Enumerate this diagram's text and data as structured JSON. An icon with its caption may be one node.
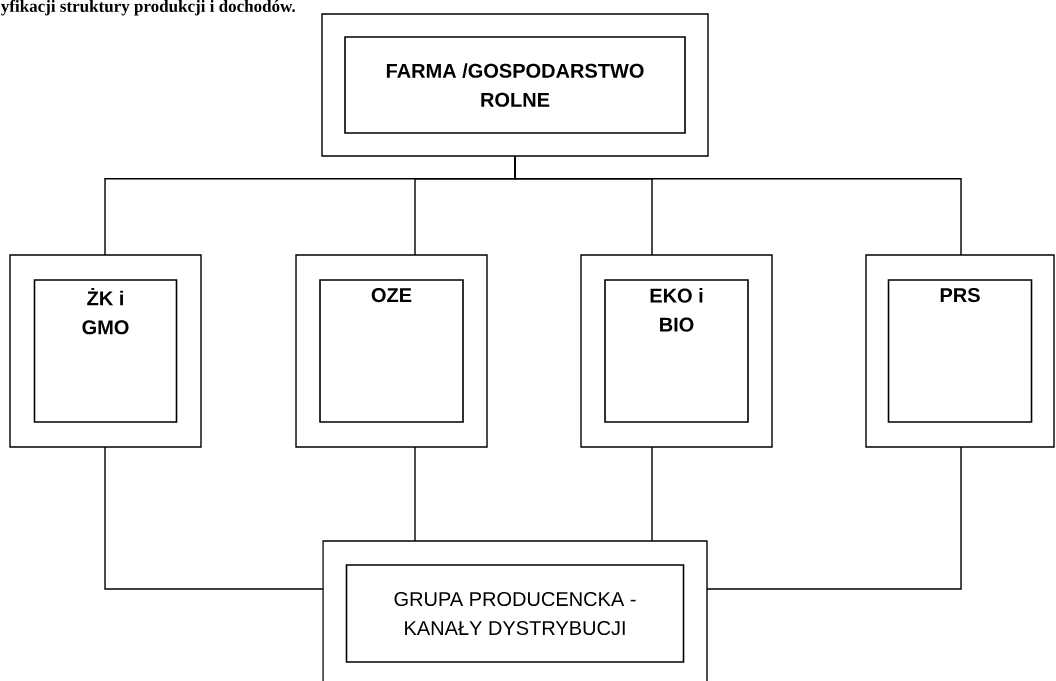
{
  "diagram": {
    "title": "yfikacji struktury produkcji i dochodów.",
    "nodes": [
      {
        "text": [],
        "shape": "box"
      },
      {
        "text": [
          "FARMA /GOSPODARSTWO ROLNE"
        ],
        "in": 0
      },
      {
        "text": [],
        "shape": "box"
      },
      {
        "text": [
          "ŻK i GMO"
        ],
        "in": 2
      },
      {
        "text": [],
        "shape": "box"
      },
      {
        "text": [
          "OZE"
        ],
        "in": 4
      },
      {
        "text": [],
        "shape": "box"
      },
      {
        "text": [
          "EKO i BIO"
        ],
        "in": 6
      },
      {
        "text": [],
        "shape": "box"
      },
      {
        "text": [
          "PRS"
        ],
        "in": 8
      },
      {
        "text": [],
        "shape": "box"
      },
      {
        "text": [
          "GRUPA PRODUCENCKA - KANAŁY DYSTRYBUCJI"
        ],
        "in": 10
      }
    ],
    "edges": [
      {
        "from": 0,
        "to": 2,
        "arrow": "none"
      },
      {
        "from": 0,
        "to": 4,
        "arrow": "none"
      },
      {
        "from": 0,
        "to": 6,
        "arrow": "none"
      },
      {
        "from": 0,
        "to": 8,
        "arrow": "none"
      },
      {
        "from": 2,
        "to": 10,
        "arrow": "none"
      },
      {
        "from": 4,
        "to": 10,
        "arrow": "none"
      },
      {
        "from": 6,
        "to": 10,
        "arrow": "none"
      },
      {
        "from": 8,
        "to": 10,
        "arrow": "none"
      }
    ]
  }
}
